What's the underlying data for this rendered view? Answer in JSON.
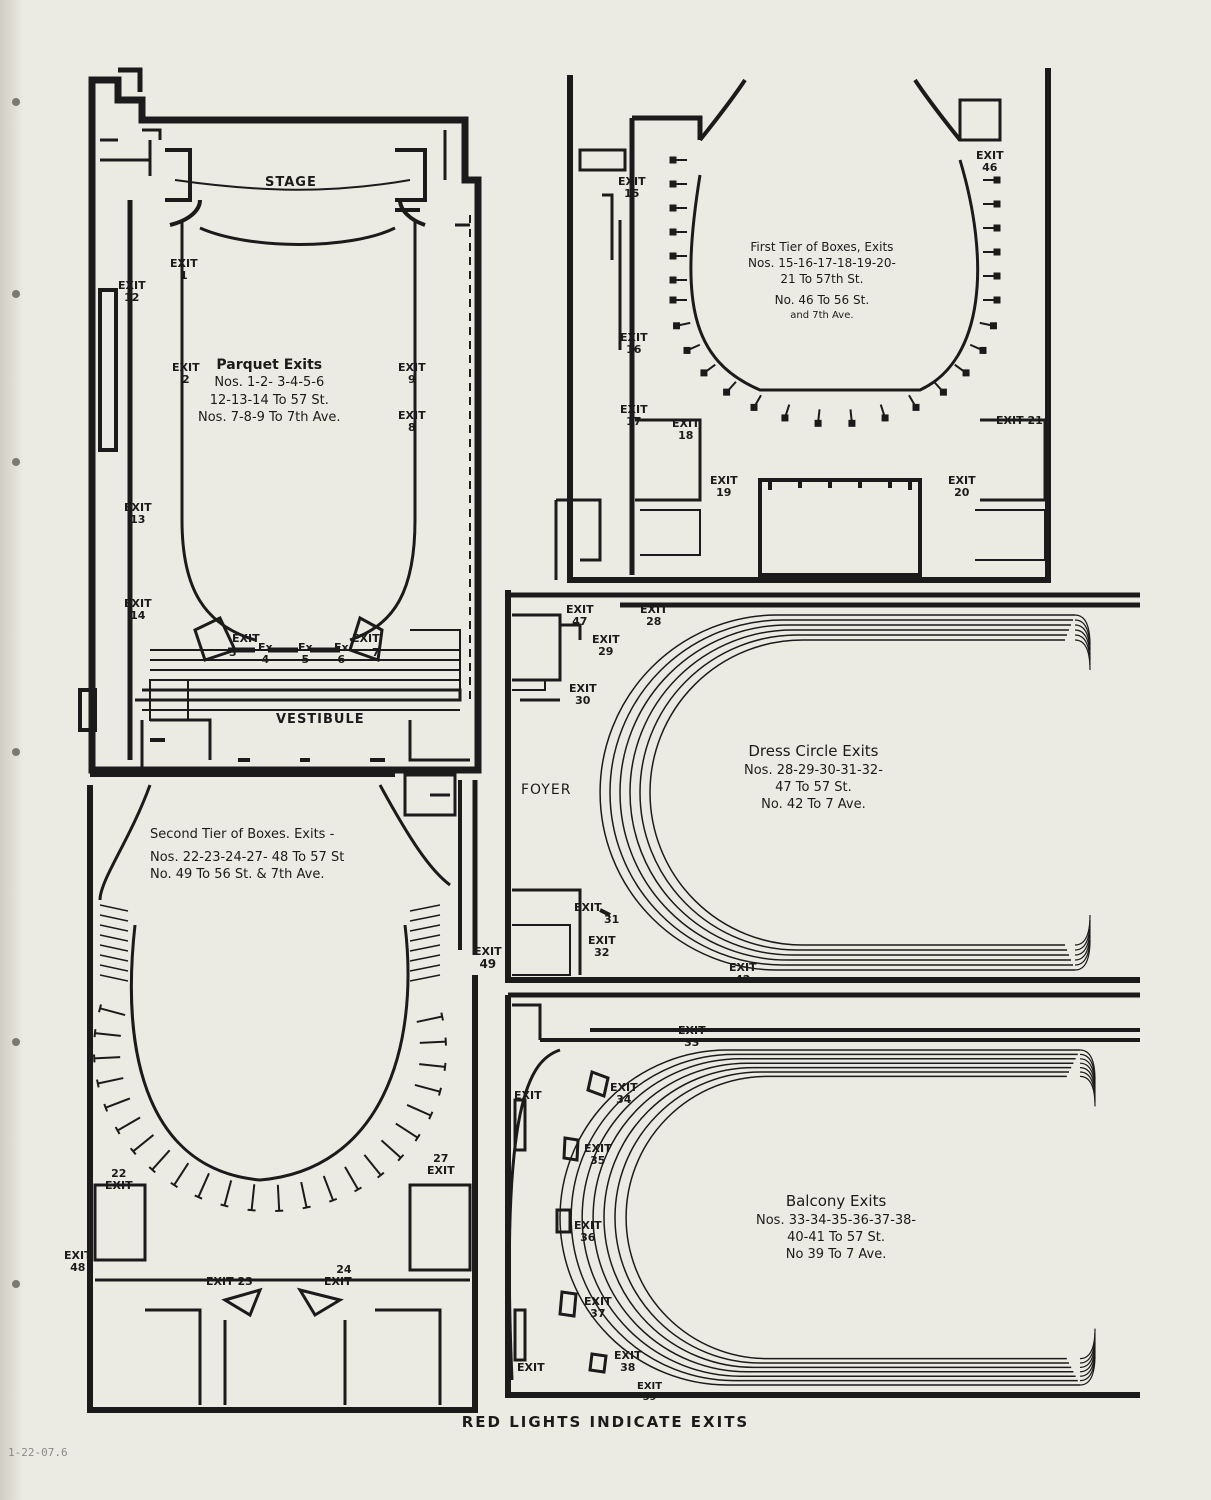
{
  "footer": "RED LIGHTS INDICATE EXITS",
  "pencil_note": "1-22-07.6",
  "areas": {
    "stage": "STAGE",
    "vestibule": "VESTIBULE",
    "foyer": "FOYER"
  },
  "notes": {
    "parquet": {
      "title": "Parquet Exits",
      "l1": "Nos. 1-2- 3-4-5-6",
      "l2": "12-13-14 To 57 St.",
      "l3": "Nos. 7-8-9 To 7th Ave."
    },
    "first_tier": {
      "title": "First Tier of Boxes, Exits",
      "l1": "Nos. 15-16-17-18-19-20-",
      "l2": "21 To 57th St.",
      "l3": "No. 46 To 56 St.",
      "l4": "and 7th Ave."
    },
    "second_tier": {
      "title": "Second Tier of Boxes. Exits -",
      "l1": "Nos. 22-23-24-27- 48 To 57 St",
      "l2": "No. 49 To 56 St. & 7th Ave."
    },
    "dress_circle": {
      "title": "Dress Circle Exits",
      "l1": "Nos. 28-29-30-31-32-",
      "l2": "47 To 57 St.",
      "l3": "No. 42 To 7 Ave."
    },
    "balcony": {
      "title": "Balcony Exits",
      "l1": "Nos. 33-34-35-36-37-38-",
      "l2": "40-41 To 57 St.",
      "l3": "No 39 To 7 Ave."
    }
  },
  "exit_word": "EXIT",
  "ex_word": "Ex",
  "exits": {
    "e1": "1",
    "e2": "2",
    "e3": "3",
    "e4": "4",
    "e5": "5",
    "e6": "6",
    "e7": "7",
    "e8": "8",
    "e9": "9",
    "e12": "12",
    "e13": "13",
    "e14": "14",
    "e15": "15",
    "e16": "16",
    "e17": "17",
    "e18": "18",
    "e19": "19",
    "e20": "20",
    "e21": "21",
    "e46": "46",
    "e22": "22",
    "e23": "23",
    "e24": "24",
    "e27": "27",
    "e48": "48",
    "e49": "49",
    "e28": "28",
    "e29": "29",
    "e30": "30",
    "e31": "31",
    "e32": "32",
    "e42": "42",
    "e47": "47",
    "e33": "33",
    "e34": "34",
    "e35": "35",
    "e36": "36",
    "e37": "37",
    "e38": "38",
    "e39": "39"
  },
  "colors": {
    "ink": "#1b1b1b",
    "paper": "#ecebe3"
  }
}
